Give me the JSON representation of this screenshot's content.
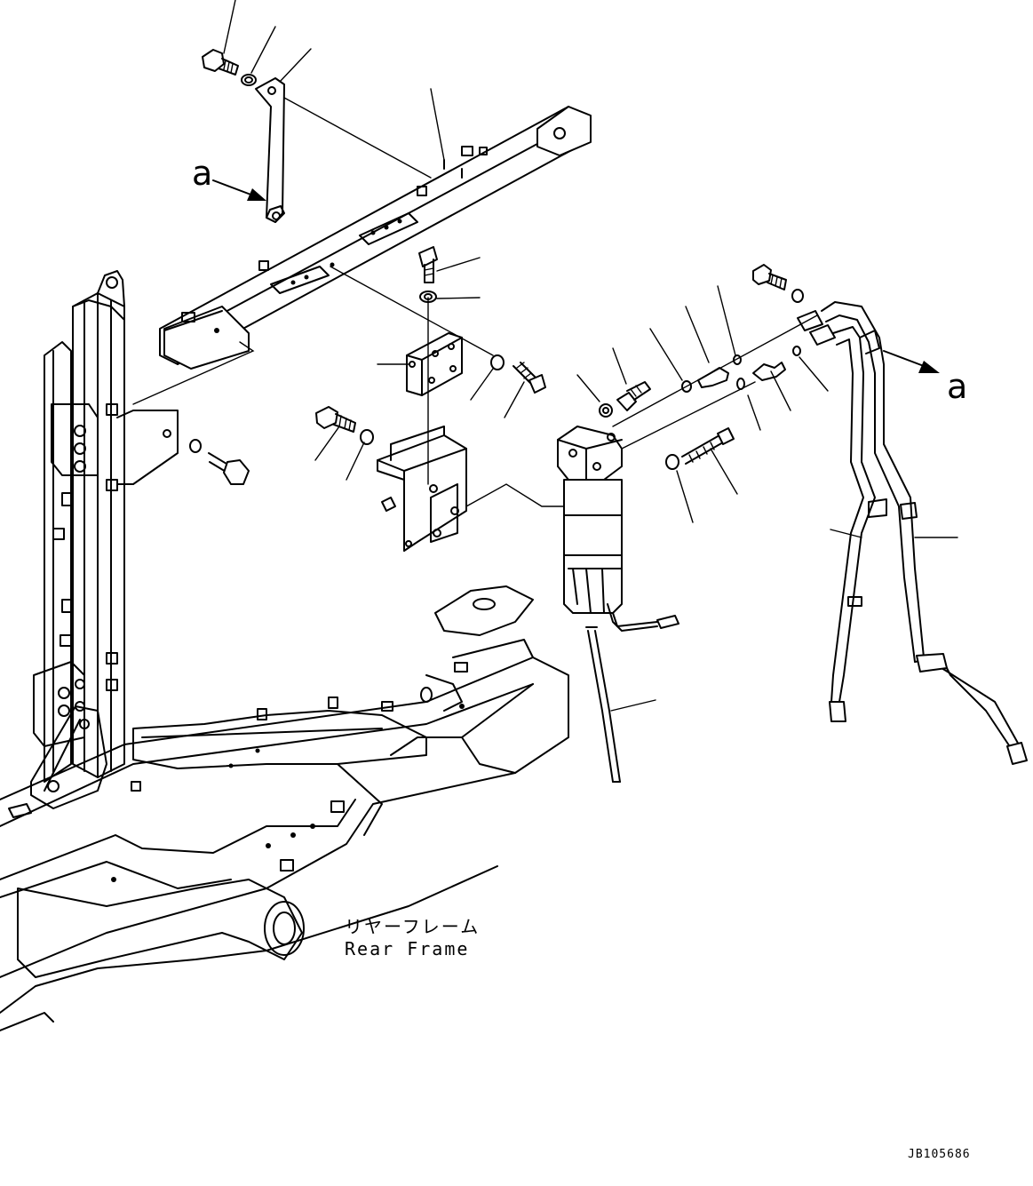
{
  "diagram": {
    "frame_label_jp": "リヤーフレーム",
    "frame_label_en": "Rear Frame",
    "view_marker_left": "a",
    "view_marker_right": "a",
    "drawing_code": "JB105686"
  }
}
